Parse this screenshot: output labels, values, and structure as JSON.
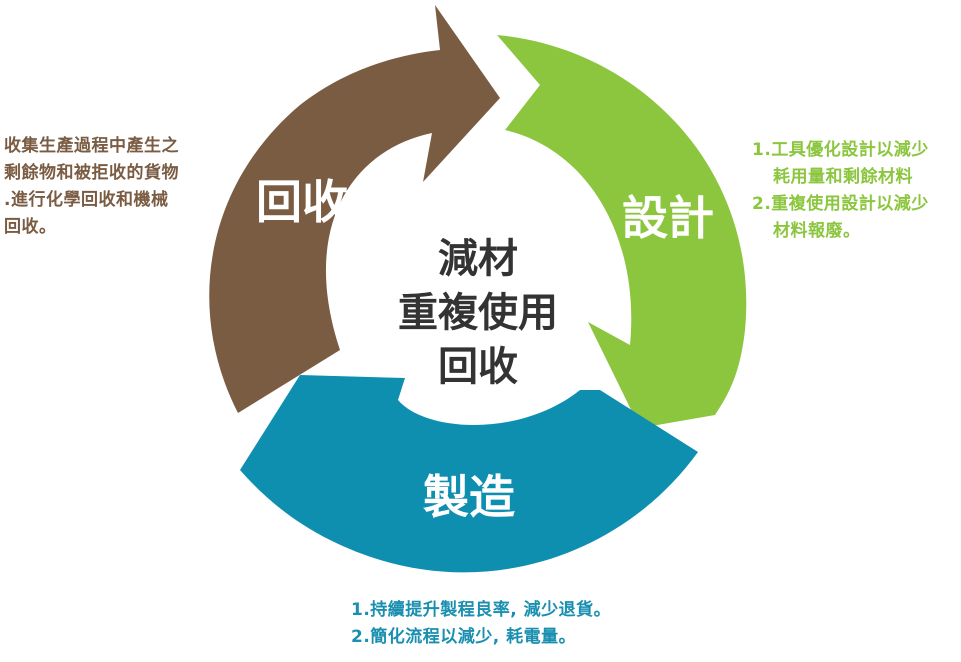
{
  "center": {
    "line1": "減材",
    "line2": "重複使用",
    "line3": "回收"
  },
  "stages": {
    "recycle": {
      "label": "回收",
      "color": "#7a5c43"
    },
    "design": {
      "label": "設計",
      "color": "#8cc63f"
    },
    "manufacture": {
      "label": "製造",
      "color": "#0f8fb0"
    }
  },
  "notes": {
    "recycle": {
      "lines": [
        "收集生產過程中產生之",
        "剩餘物和被拒收的貨物",
        ".進行化學回收和機械",
        "回收。"
      ]
    },
    "design": {
      "lines": [
        "1.工具優化設計以減少",
        "耗用量和剩餘材料",
        "2.重複使用設計以減少",
        "材料報廢。"
      ]
    },
    "manufacture": {
      "lines": [
        "1.持續提升製程良率, 減少退貨。",
        "2.簡化流程以減少, 耗電量。"
      ]
    }
  }
}
